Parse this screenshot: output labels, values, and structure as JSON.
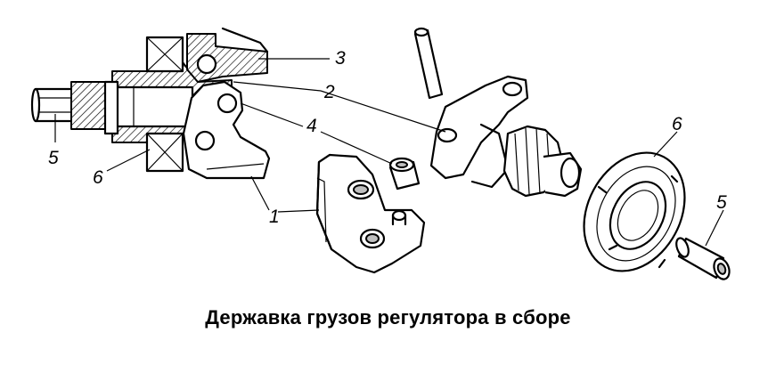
{
  "caption": "Державка грузов регулятора в сборе",
  "callouts": {
    "c1": "1",
    "c2": "2",
    "c3": "3",
    "c4": "4",
    "c5_left": "5",
    "c5_right": "5",
    "c6_left": "6",
    "c6_right": "6"
  }
}
